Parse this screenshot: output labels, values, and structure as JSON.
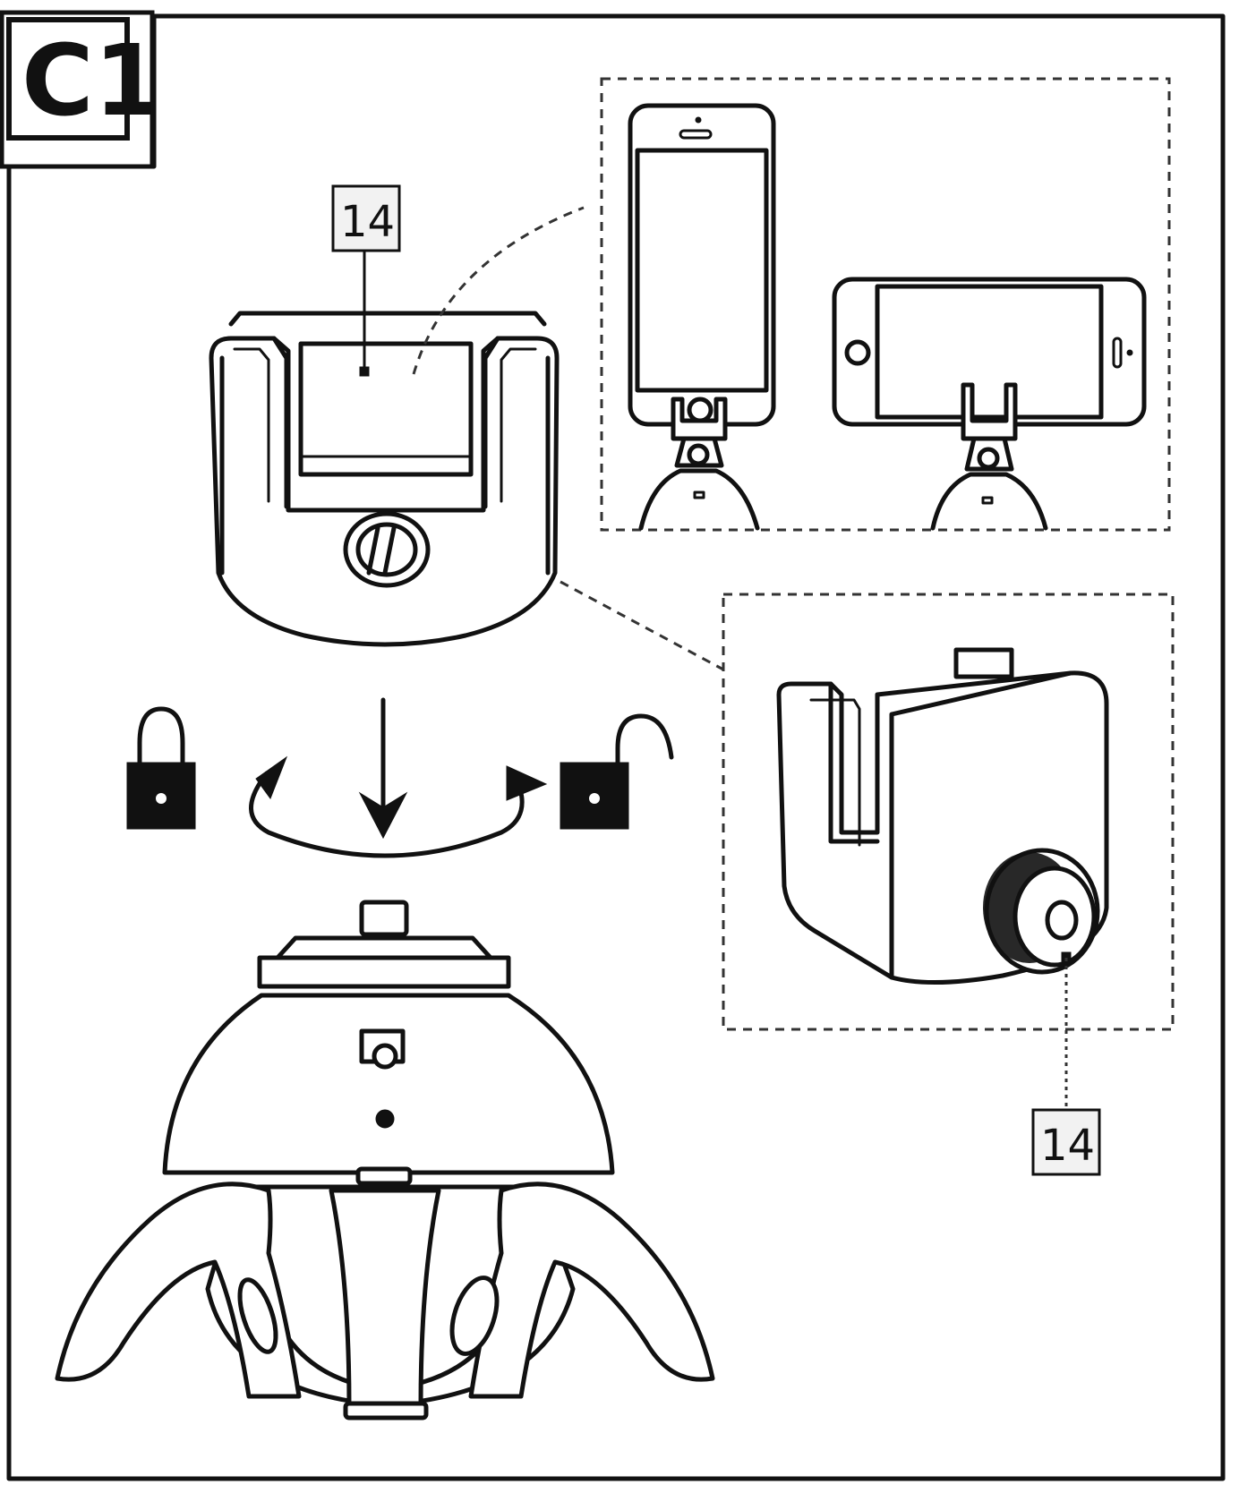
{
  "figure": {
    "id_label": "C1",
    "callouts": [
      {
        "text": "14"
      },
      {
        "text": "14"
      }
    ]
  },
  "colors": {
    "ink": "#111111",
    "callout_fill": "#f2f2f2",
    "background": "#ffffff"
  },
  "icons": {
    "lock_closed": "lock-closed-icon",
    "lock_open": "lock-open-icon",
    "rotate": "rotate-arrow-icon",
    "down": "arrow-down-icon"
  }
}
